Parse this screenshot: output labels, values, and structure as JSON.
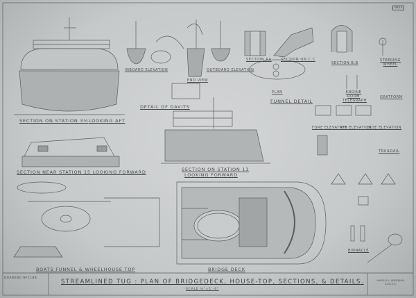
{
  "sheet_ref": "881a",
  "title_block": {
    "drawing_no": "DRAWING Nº1188",
    "title": "STREAMLINED TUG : PLAN OF BRIDGEDECK, HOUSE-TOP, SECTIONS, & DETAILS.",
    "scale": "SCALE ¼\"=1'-0\"",
    "signature": "HAROLD A. UNDERHILL A.M.I.E.S."
  },
  "views": {
    "section_station_3": "SECTION ON STATION 3½",
    "looking_aft": "LOOKING AFT",
    "section_station_15": "SECTION NEAR STATION 15 LOOKING FORWARD",
    "boats_funnel": "BOATS FUNNEL & WHEELHOUSE TOP",
    "bridge_deck": "BRIDGE DECK",
    "detail_davits": "DETAIL OF DAVITS",
    "inboard_elevation": "INBOARD ELEVATION",
    "outboard_elevation": "OUTBOARD ELEVATION",
    "end_view": "END VIEW",
    "plan": "PLAN",
    "section_aa": "SECTION AA",
    "section_bb": "SECTION B.B",
    "section_on_cc": "SECTION ON C.C",
    "funnel_detail": "FUNNEL DETAIL",
    "section_station_13": "SECTION ON STATION 13",
    "looking_forward": "LOOKING FORWARD",
    "steering_wheel": "STEERING WHEEL",
    "engine_room_telegraph": "ENGINE ROOM TELEGRAPH",
    "gratform": "GRATFORM",
    "fore_elevation": "FORE ELEVATION",
    "side_elevation": "SIDE ELEVATION",
    "aft_elevation": "AFT ELEVATION",
    "trailrail": "TRAILRAIL",
    "binnacle": "BINNACLE"
  }
}
